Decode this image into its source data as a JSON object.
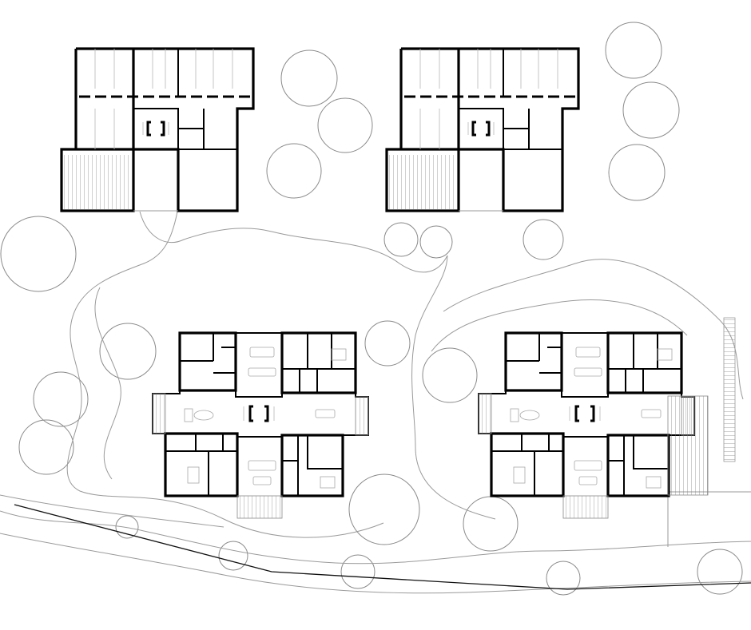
{
  "drawing": {
    "type": "site-plan",
    "buildings": [
      {
        "kind": "parking",
        "label": ""
      },
      {
        "kind": "parking",
        "label": ""
      },
      {
        "kind": "residential",
        "label": ""
      },
      {
        "kind": "residential",
        "label": ""
      }
    ],
    "colors": {
      "wall": "#000000",
      "line": "#9a9a9a",
      "background": "#ffffff"
    }
  }
}
